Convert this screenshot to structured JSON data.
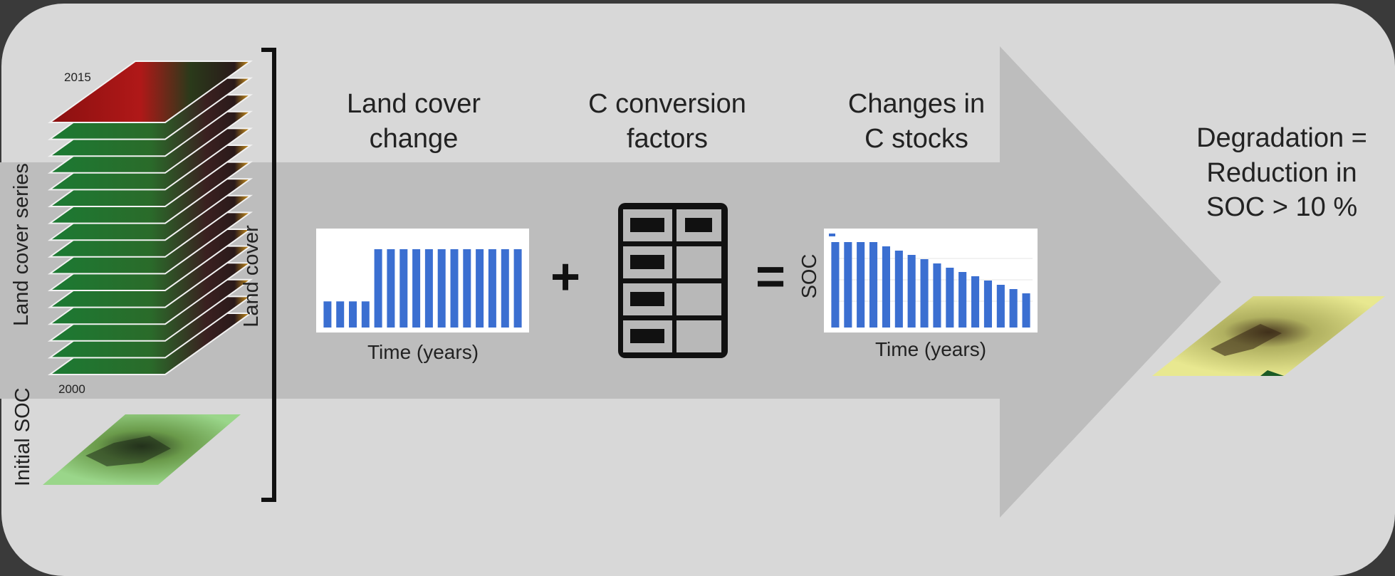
{
  "layer_stack": {
    "label": "Land cover series",
    "year_top": "2015",
    "year_bottom": "2000",
    "layer_count": 16
  },
  "initial_soc": {
    "label": "Initial SOC"
  },
  "steps": [
    {
      "title_line1": "Land cover",
      "title_line2": "change"
    },
    {
      "title_line1": "C conversion",
      "title_line2": "factors"
    },
    {
      "title_line1": "Changes in",
      "title_line2": "C stocks"
    }
  ],
  "operators": {
    "plus": "+",
    "equals": "="
  },
  "result": {
    "line1": "Degradation =",
    "line2": "Reduction in",
    "line3": "SOC > 10 %"
  },
  "chart_data": [
    {
      "type": "bar",
      "ylabel": "Land cover",
      "xlabel": "Time (years)",
      "values": [
        1,
        1,
        1,
        1,
        3,
        3,
        3,
        3,
        3,
        3,
        3,
        3,
        3,
        3,
        3,
        3
      ]
    },
    {
      "type": "bar",
      "ylabel": "SOC",
      "xlabel": "Time (years)",
      "values": [
        100,
        100,
        100,
        100,
        95,
        90,
        85,
        80,
        75,
        70,
        65,
        60,
        55,
        50,
        45,
        40
      ]
    }
  ],
  "colors": {
    "panel_bg": "#d8d8d8",
    "band": "#bdbdbd",
    "arrow": "#bdbdbd",
    "bar": "#3b6fd1",
    "outer_bg": "#3a3a3a"
  }
}
